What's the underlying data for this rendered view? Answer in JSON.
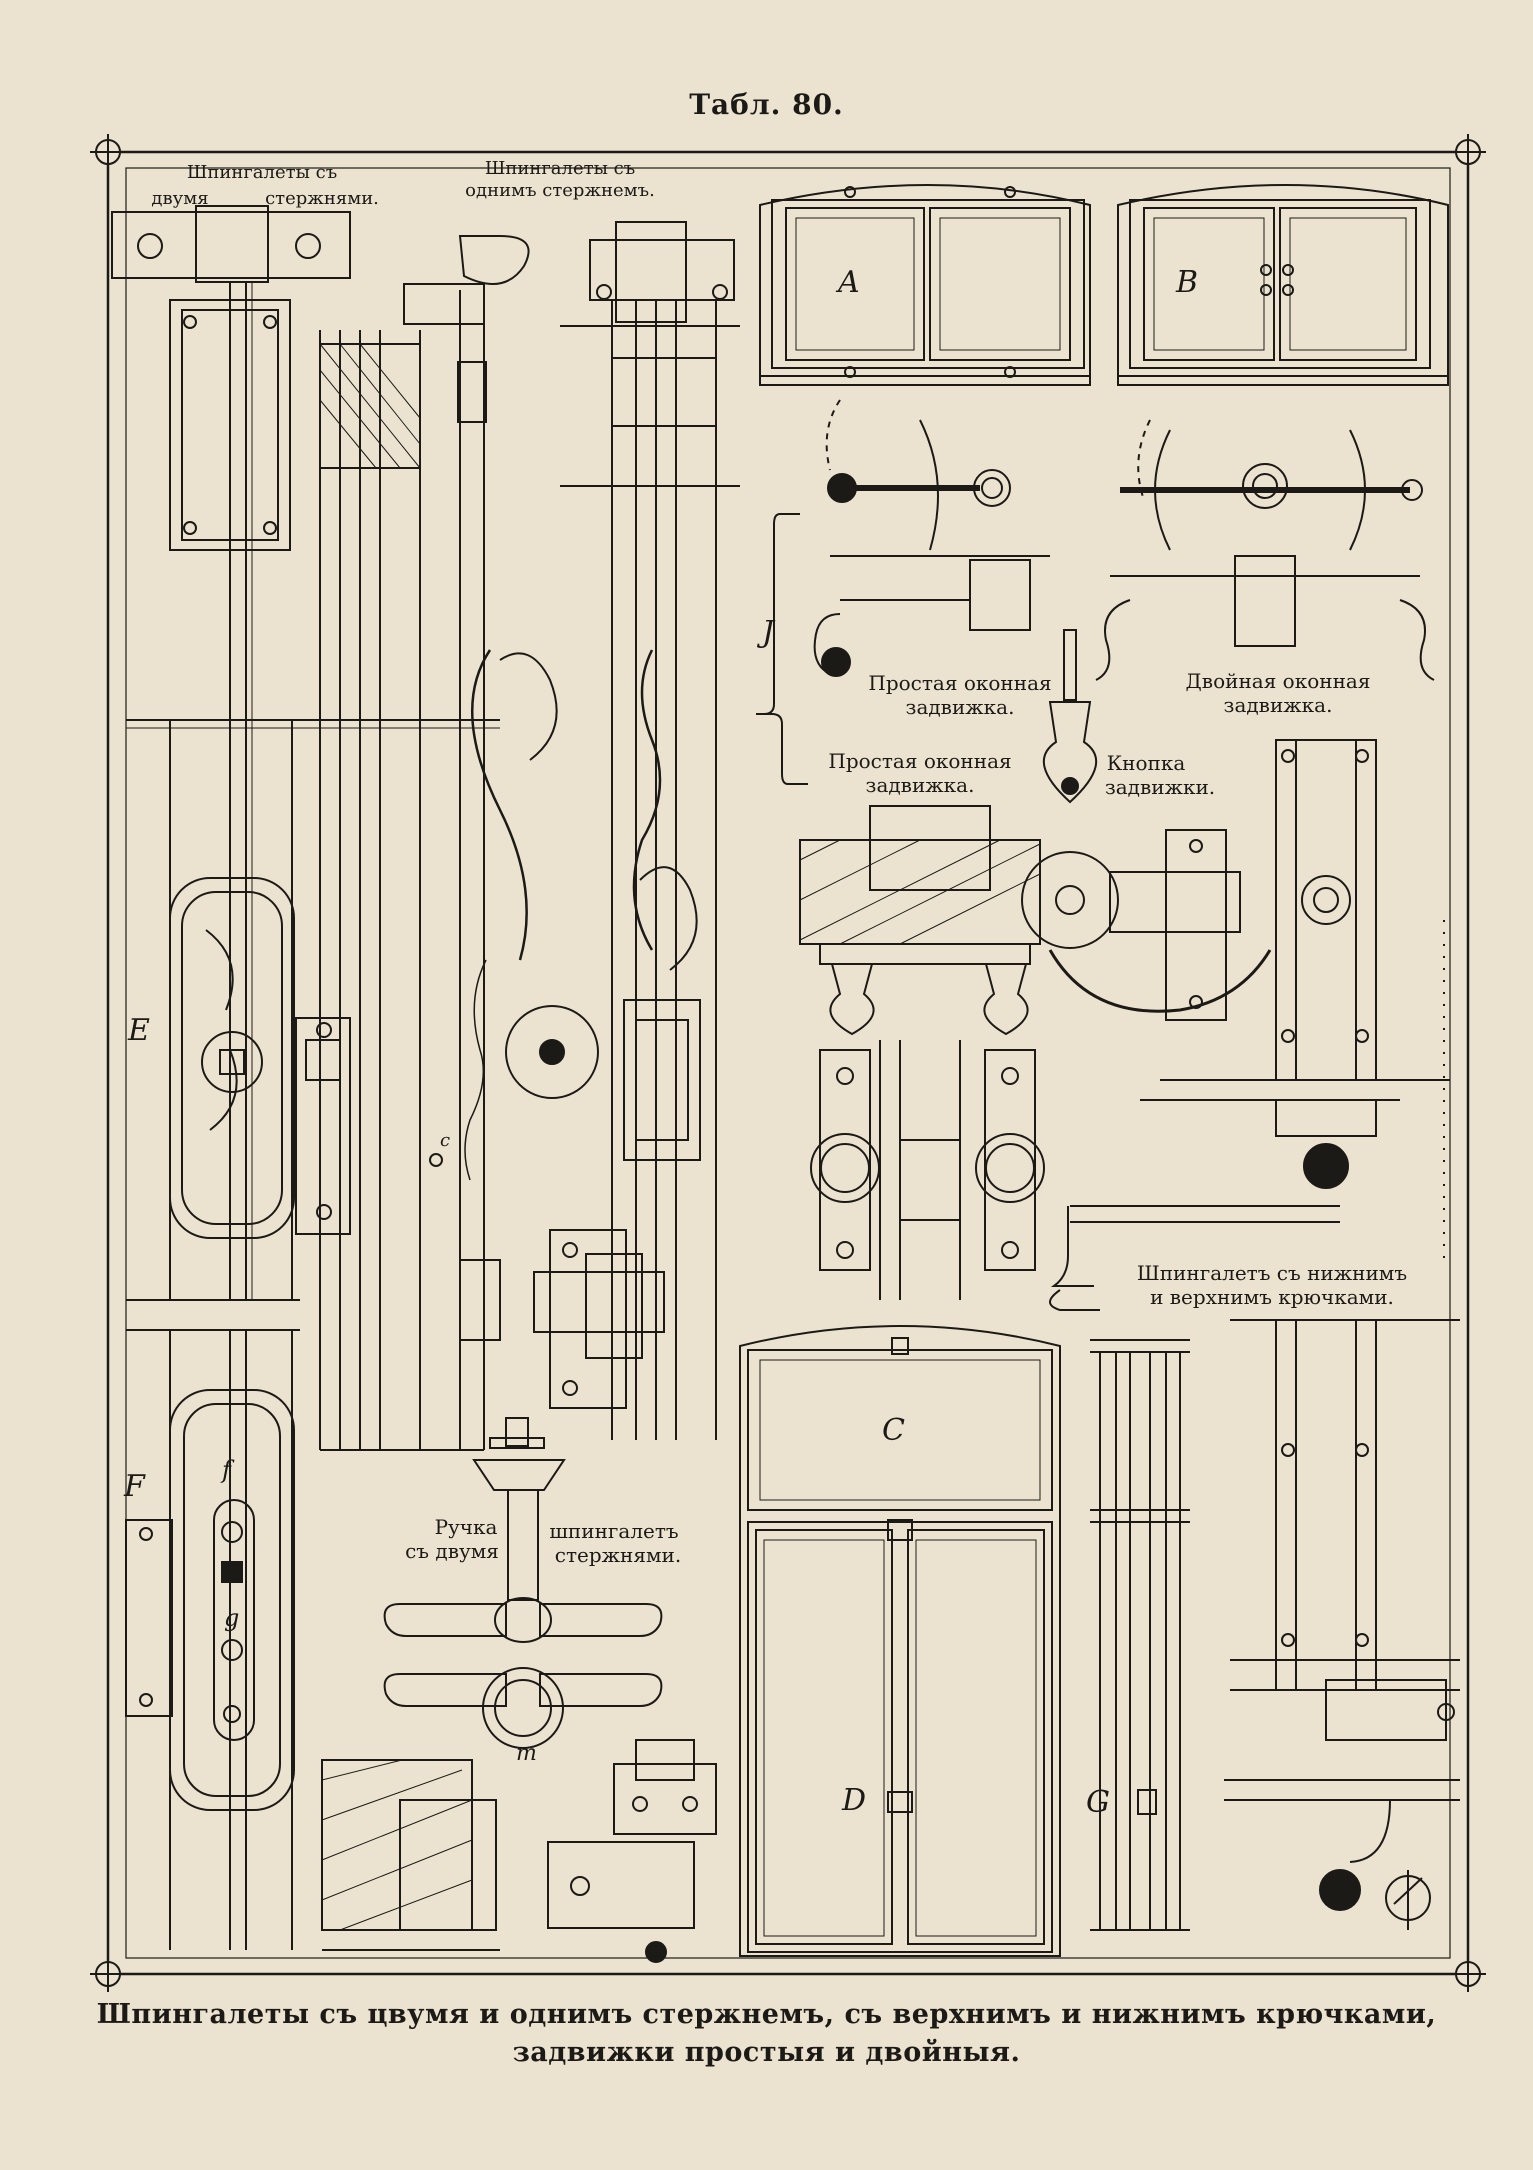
{
  "plate_title": "Табл. 80.",
  "labels": {
    "two_rods_1": "Шпингалеты съ",
    "two_rods_2": "двумя",
    "two_rods_3": "стержнями.",
    "one_rod_1": "Шпингалеты съ",
    "one_rod_2": "однимъ стержнемъ.",
    "simple_latch_1": "Простая оконная",
    "simple_latch_2": "задвижка.",
    "double_latch_1": "Двойная оконная",
    "double_latch_2": "задвижка.",
    "simple_latch_b1": "Простая оконная",
    "simple_latch_b2": "задвижка.",
    "knob_1": "Кнопка",
    "knob_2": "задвижки.",
    "hooks_1": "Шпингалетъ съ нижнимъ",
    "hooks_2": "и верхнимъ крючками.",
    "handle_1": "Ручка",
    "handle_2": "съ двумя",
    "handle_3": "шпингалетъ",
    "handle_4": "стержнями."
  },
  "letters": {
    "A": "A",
    "B": "B",
    "C": "C",
    "D": "D",
    "E": "E",
    "F": "F",
    "G": "G",
    "J": "J",
    "f": "f",
    "g": "g",
    "m": "m",
    "c": "c"
  },
  "caption": {
    "line1": "Шпингалеты съ цвумя и однимъ стержнемъ, съ верхнимъ и нижнимъ крючками,",
    "line2": "задвижки простыя и двойныя."
  }
}
